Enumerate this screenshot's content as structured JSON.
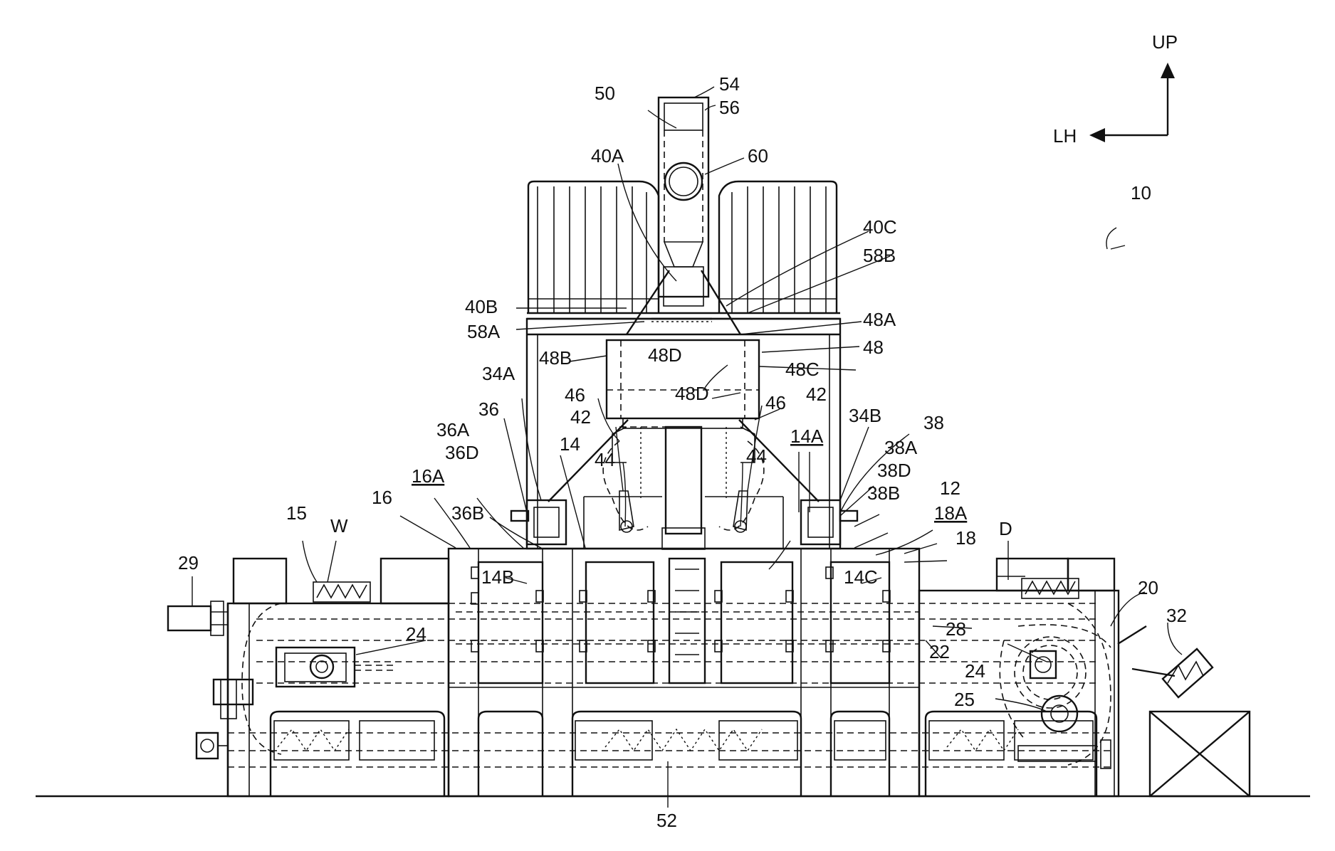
{
  "figure": {
    "labels": {
      "up": "UP",
      "lh": "LH",
      "n10": "10",
      "n12": "12",
      "n14": "14",
      "n14A": "14A",
      "n14B": "14B",
      "n14C": "14C",
      "n15": "15",
      "n16": "16",
      "n16A": "16A",
      "n18": "18",
      "n18A": "18A",
      "n20": "20",
      "n22": "22",
      "n24a": "24",
      "n24b": "24",
      "n25": "25",
      "n28": "28",
      "n29": "29",
      "n32": "32",
      "n34A": "34A",
      "n34B": "34B",
      "n36": "36",
      "n36A": "36A",
      "n36B": "36B",
      "n36D": "36D",
      "n38": "38",
      "n38A": "38A",
      "n38B": "38B",
      "n38D": "38D",
      "n40A": "40A",
      "n40B": "40B",
      "n40C": "40C",
      "n42a": "42",
      "n42b": "42",
      "n44a": "44",
      "n44b": "44",
      "n46a": "46",
      "n46b": "46",
      "n48": "48",
      "n48A": "48A",
      "n48B": "48B",
      "n48C": "48C",
      "n48Da": "48D",
      "n48Db": "48D",
      "n50": "50",
      "n52": "52",
      "n54": "54",
      "n56": "56",
      "n58A": "58A",
      "n58B": "58B",
      "n60": "60",
      "D": "D",
      "W": "W"
    }
  }
}
